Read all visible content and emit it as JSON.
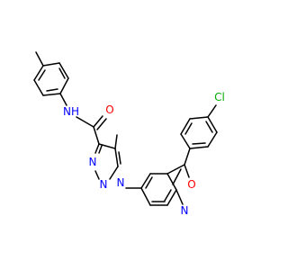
{
  "molecule": {
    "atoms": {
      "amide_o": {
        "text": "O",
        "color": "#ff0000"
      },
      "amide_nh": {
        "text": "NH",
        "color": "#0000ff"
      },
      "tri_n_a": {
        "text": "N",
        "color": "#0000ff"
      },
      "tri_n_b": {
        "text": "N",
        "color": "#0000ff"
      },
      "tri_n1": {
        "text": "N",
        "color": "#0000ff"
      },
      "benz_n": {
        "text": "N",
        "color": "#0000ff"
      },
      "benz_o": {
        "text": "O",
        "color": "#ff0000"
      },
      "chlorine": {
        "text": "Cl",
        "color": "#00aa00"
      }
    }
  }
}
